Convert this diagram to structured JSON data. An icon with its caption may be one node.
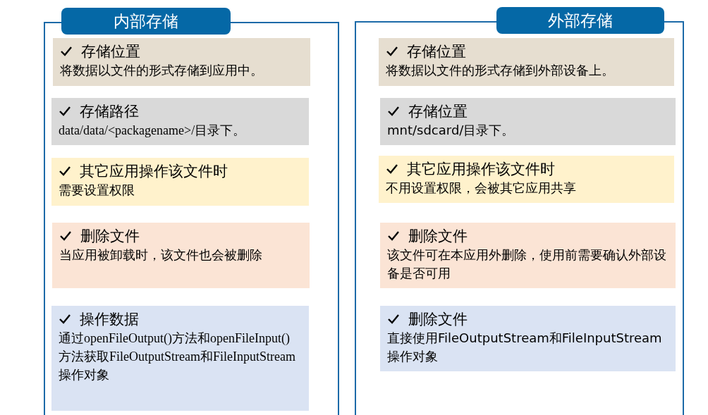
{
  "diagram": {
    "nodes": [
      {
        "text": [
          "内部存储"
        ]
      },
      {
        "text": [
          "存储位置",
          "将数据以文件的形式存储到应用中。"
        ],
        "in": 0
      },
      {
        "text": [
          "存储路径",
          "data/data/<packagename>/目录下。"
        ],
        "in": 0
      },
      {
        "text": [
          "其它应用操作该文件时",
          "需要设置权限"
        ],
        "in": 0
      },
      {
        "text": [
          "删除文件",
          "当应用被卸载时，该文件也会被删除"
        ],
        "in": 0
      },
      {
        "text": [
          "操作数据",
          "通过openFileOutput()方法和openFileInput()方法获取FileOutputStream和FileInputStream操作对象"
        ],
        "in": 0
      },
      {
        "text": [
          "外部存储"
        ]
      },
      {
        "text": [
          "存储位置",
          "将数据以文件的形式存储到外部设备上。"
        ],
        "in": 6
      },
      {
        "text": [
          "存储位置",
          "mnt/sdcard/目录下。"
        ],
        "in": 6
      },
      {
        "text": [
          "其它应用操作该文件时",
          "不用设置权限，会被其它应用共享"
        ],
        "in": 6
      },
      {
        "text": [
          "删除文件",
          "该文件可在本应用外删除，使用前需要确认外部设备是否可用"
        ],
        "in": 6
      },
      {
        "text": [
          "删除文件",
          "直接使用FileOutputStream和FileInputStream操作对象"
        ],
        "in": 6
      }
    ],
    "edges": []
  }
}
